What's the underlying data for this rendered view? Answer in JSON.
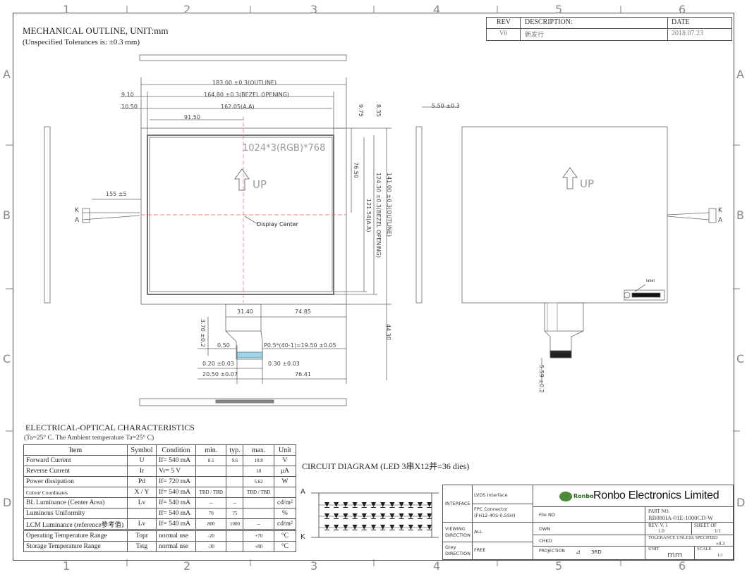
{
  "header": {
    "title": "MECHANICAL OUTLINE, UNIT:mm",
    "subtitle": "(Unspecified Tolerances is: ±0.3 mm)"
  },
  "zones": {
    "columns": [
      "1",
      "2",
      "3",
      "4",
      "5",
      "6"
    ],
    "rows": [
      "A",
      "B",
      "C",
      "D"
    ]
  },
  "revision": {
    "rev_label": "REV",
    "desc_label": "DESCRIPTION:",
    "date_label": "DATE",
    "rev_value": "V0",
    "desc_value": "新发行",
    "date_value": "2018.07.23"
  },
  "front_view": {
    "resolution": "1024*3(RGB)*768",
    "up_label": "UP",
    "display_center": "Display Center",
    "dim_outline_w": "183.00 ±0.3(OUTLINE)",
    "dim_bezel_w": "164.80 ±0.3(BEZEL OPENING)",
    "dim_aa_w": "162.05(A.A)",
    "dim_half_w": "91.50",
    "dim_910": "9.10",
    "dim_1050": "10.50",
    "dim_975": "9.75",
    "dim_835": "8.35",
    "dim_7650": "76.50",
    "dim_aa_h": "121.54(A.A)",
    "dim_bezel_h": "124.30 ±0.3(BEZEL OPENING)",
    "dim_outline_h": "141.00 ±0.3(OUTLINE)",
    "dim_155": "155 ±5",
    "k_label": "K",
    "a_label": "A",
    "dim_3140": "31.40",
    "dim_7485": "74.85",
    "dim_370": "3.70 ±0.2",
    "dim_4430": "44.30",
    "dim_050": "0.50",
    "dim_pitch": "P0.5*(40-1)=19.50 ±0.05",
    "dim_020": "0.20 ±0.03",
    "dim_030": "0.30 ±0.03",
    "dim_2050": "20.50 ±0.07",
    "dim_7641": "76.41"
  },
  "side_view": {
    "dim_550": "5.50 ±0.3"
  },
  "back_view": {
    "up_label": "UP",
    "label_tag": "label",
    "dim_559": "5.59 ±0.2",
    "k_label": "K",
    "a_label": "A"
  },
  "eo": {
    "title": "ELECTRICAL-OPTICAL CHARACTERISTICS",
    "subtitle": "(Ta=25° C. The Ambient temperature Ta=25° C)",
    "headers": [
      "Item",
      "Symbol",
      "Condition",
      "min.",
      "typ.",
      "max.",
      "Unit"
    ],
    "rows": [
      {
        "item": "Forward Current",
        "symbol": "U",
        "cond": "If= 540 mA",
        "min": "8.1",
        "typ": "9.6",
        "max": "10.8",
        "unit": "V"
      },
      {
        "item": "Reverse Current",
        "symbol": "Ir",
        "cond": "Vr= 5 V",
        "min": "",
        "typ": "",
        "max": "10",
        "unit": "μA"
      },
      {
        "item": "Power dissipation",
        "symbol": "Pd",
        "cond": "If= 720 mA",
        "min": "",
        "typ": "",
        "max": "5.62",
        "unit": "W"
      },
      {
        "item": "Colour Coordinates",
        "symbol": "X / Y",
        "cond": "If= 540 mA",
        "min": "TBD / TBD",
        "typ": "",
        "max": "TBD / TBD",
        "unit": ""
      },
      {
        "item": "BL Luminance (Center Area)",
        "symbol": "Lv",
        "cond": "If= 540 mA",
        "min": "--",
        "typ": "--",
        "max": "",
        "unit": "cd/m²"
      },
      {
        "item": "Luminous Uniformity",
        "symbol": "",
        "cond": "If= 540 mA",
        "min": "70",
        "typ": "75",
        "max": "",
        "unit": "%"
      },
      {
        "item": "LCM Luminance (reference参考值)",
        "symbol": "Lv",
        "cond": "If= 540 mA",
        "min": "800",
        "typ": "1000",
        "max": "--",
        "unit": "cd/m²"
      },
      {
        "item": "Operating Temperature Range",
        "symbol": "Topr",
        "cond": "normal use",
        "min": "-20",
        "typ": "",
        "max": "+70",
        "unit": "°C"
      },
      {
        "item": "Storage Temperature Range",
        "symbol": "Tstg",
        "cond": "normal use",
        "min": "-30",
        "typ": "",
        "max": "+80",
        "unit": "°C"
      }
    ]
  },
  "circuit": {
    "title": "CIRCUIT DIAGRAM (LED 3串X12并=36 dies)",
    "a_label": "A",
    "k_label": "K"
  },
  "title_block": {
    "interface_label": "INTERFACE",
    "lvds": "LVDS Interface",
    "fpc": "FPC Connector",
    "fpc_part": "(FH12-40S-0.5SH)",
    "viewing_label": "VIEWING DIRECTION",
    "viewing_value": "ALL",
    "grey_label": "Grey DIRECTION",
    "grey_value": "FREE",
    "company": "Ronbo Electronics Limited",
    "logo_text": "Ronbo",
    "file_no": "File NO",
    "dwn": "DWN",
    "chkd": "CHKD",
    "projection": "PROJECTION",
    "projection_value": "3RD",
    "part_no_label": "PART NO.",
    "part_no": "RB080IA-01E-1000CD-W",
    "rev_label": "REV. V. 1",
    "rev_value": "1.0",
    "sheet_label": "SHEET OF",
    "sheet_value": "1/1",
    "tolerance_label": "TOLERANCE UNLESS SPECIFIED",
    "tolerance_value": "±0.3",
    "unit_label": "UNIT",
    "unit_value": "mm",
    "scale_label": "SCALE",
    "scale_value": "1:1"
  }
}
